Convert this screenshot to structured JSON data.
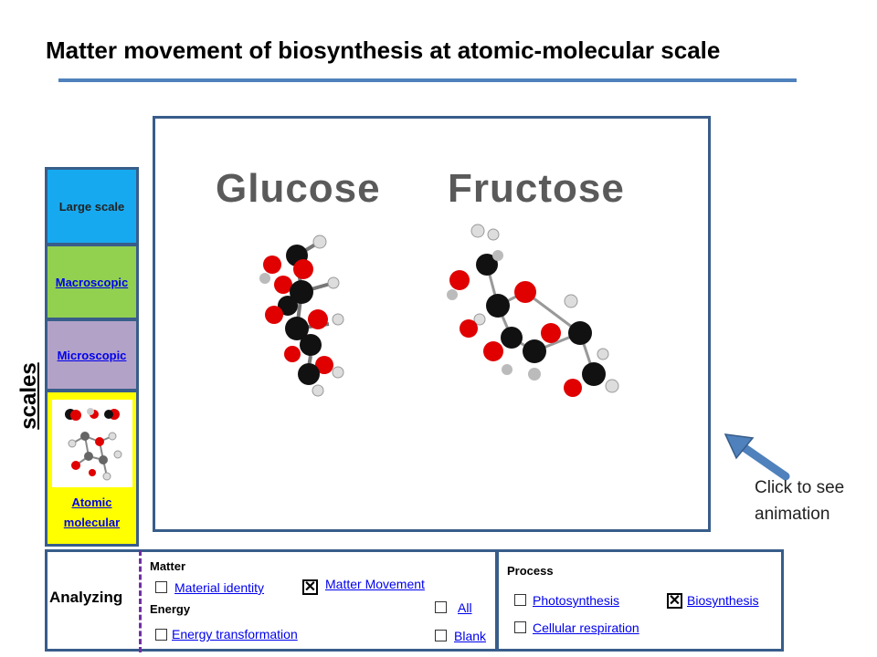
{
  "title": "Matter movement of biosynthesis at atomic-molecular scale",
  "scales": {
    "label": "scales",
    "large": "Large scale",
    "macroscopic": "Macroscopic",
    "microscopic": "Microscopic",
    "atomic_line1": "Atomic",
    "atomic_line2": "molecular"
  },
  "viewer": {
    "glucose_title": "Glucose",
    "fructose_title": "Fructose"
  },
  "cta": {
    "line1": "Click to see",
    "line2": "animation"
  },
  "analyzing": {
    "label": "Analyzing",
    "matter_head": "Matter",
    "energy_head": "Energy",
    "material_identity": "Material identity",
    "matter_movement": "Matter Movement",
    "energy_transformation": "Energy transformation",
    "all": "All",
    "blank": "Blank",
    "checked_mark": "✕"
  },
  "process": {
    "head": "Process",
    "photosynthesis": "Photosynthesis",
    "biosynthesis": "Biosynthesis",
    "cellular_respiration": "Cellular respiration"
  },
  "colors": {
    "accent_blue": "#4f81bd",
    "border": "#385d8a",
    "large_scale": "#17a9ef",
    "macroscopic": "#92d050",
    "microscopic": "#b3a2c7",
    "atomic": "#ffff00",
    "dash": "#7030a0",
    "oxygen_atom": "#e00000",
    "carbon_atom": "#111111",
    "hydrogen_atom": "#d9d9d9"
  }
}
